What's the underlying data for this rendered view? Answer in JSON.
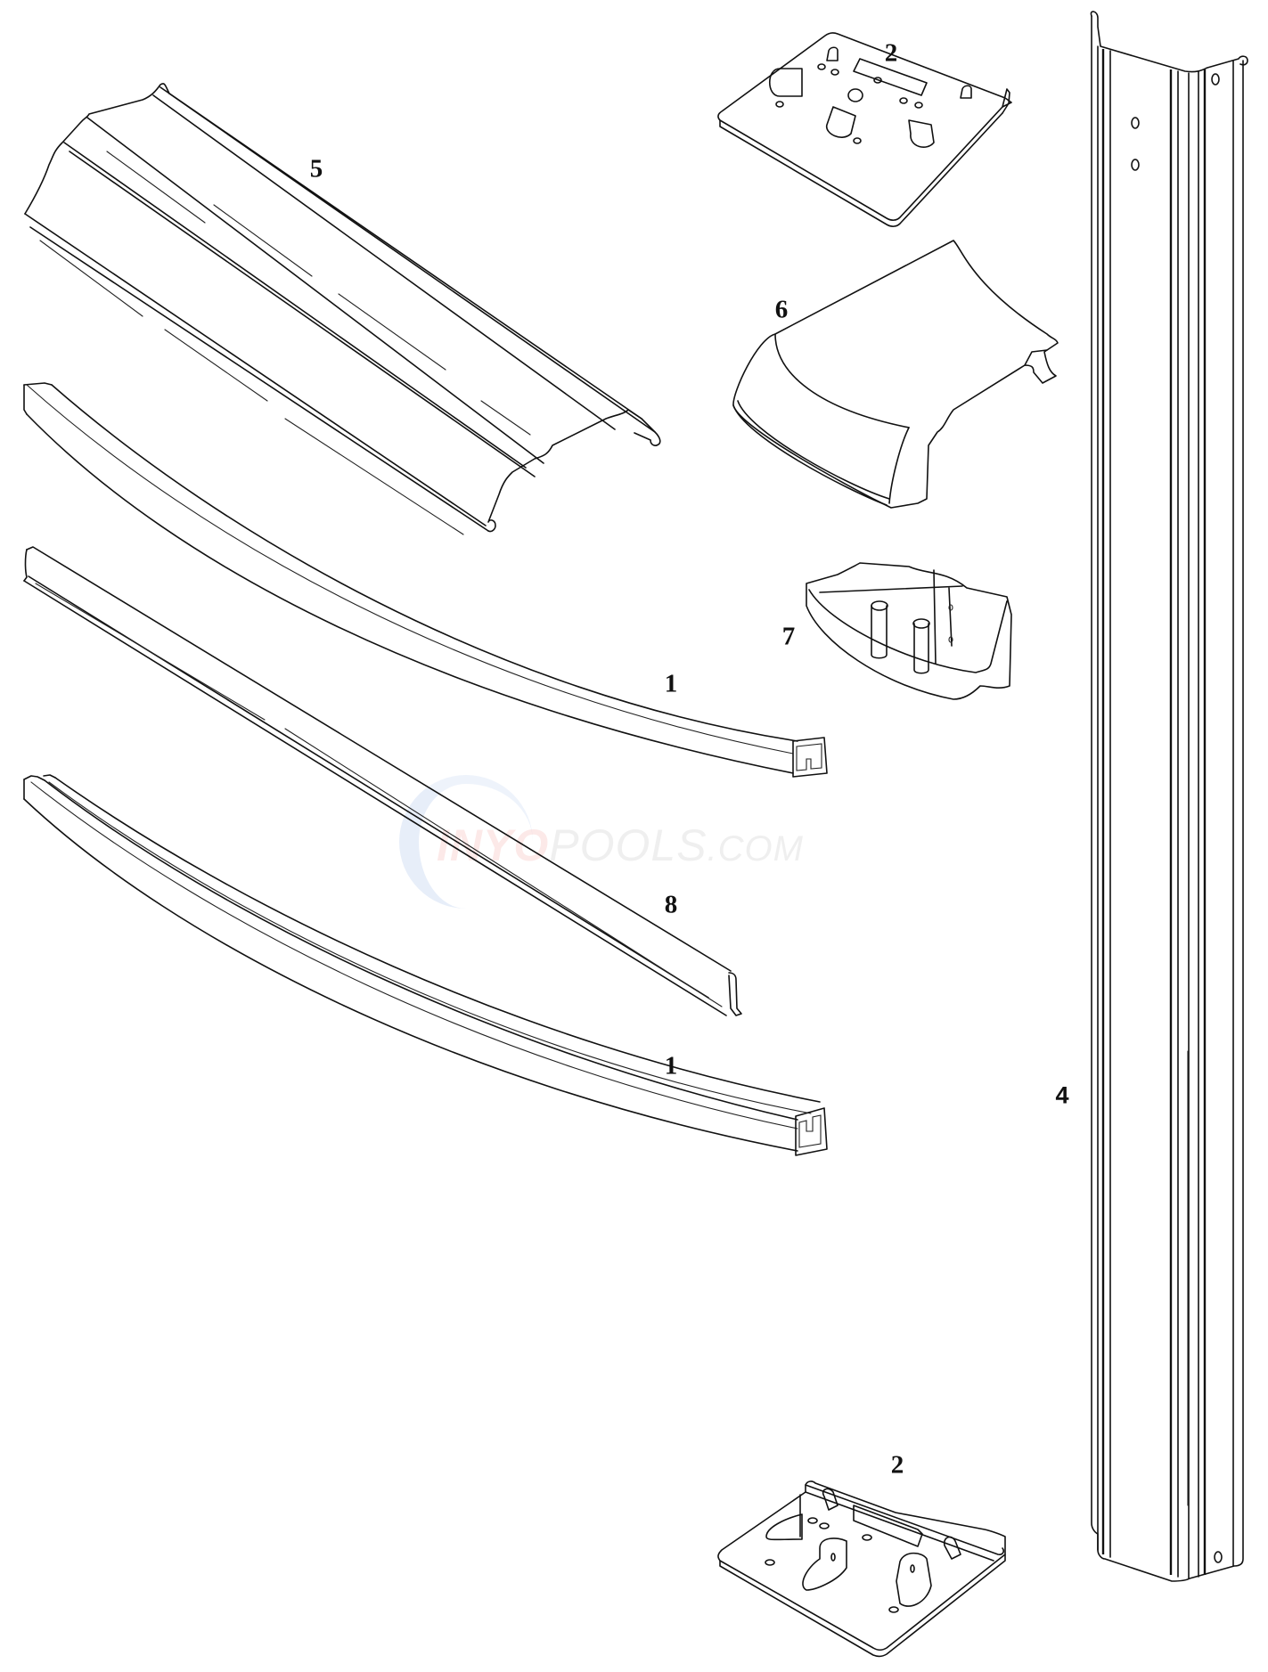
{
  "diagram": {
    "type": "exploded-parts-diagram",
    "background": "#ffffff",
    "line_color": "#111111",
    "parts": [
      {
        "id": "top-rail",
        "callout": "5"
      },
      {
        "id": "bottom-rail-upper",
        "callout": "1"
      },
      {
        "id": "stabilizer-rail",
        "callout": "8"
      },
      {
        "id": "bottom-rail-lower",
        "callout": "1"
      },
      {
        "id": "base-plate-top",
        "callout": "2"
      },
      {
        "id": "top-cap",
        "callout": "6"
      },
      {
        "id": "bottom-cap",
        "callout": "7"
      },
      {
        "id": "upright",
        "callout": "4"
      },
      {
        "id": "base-plate-bottom",
        "callout": "2"
      }
    ]
  },
  "labels": {
    "part5": "5",
    "part1a": "1",
    "part8": "8",
    "part1b": "1",
    "part2a": "2",
    "part6": "6",
    "part7": "7",
    "part4": "4",
    "part2b": "2"
  },
  "watermark": {
    "brand_a": "INYO",
    "brand_b": "POOLS",
    "brand_c": ".COM",
    "colors": {
      "swoosh": "#a0bce6",
      "brand_a": "#eb786e",
      "brand_b": "#969696"
    }
  }
}
